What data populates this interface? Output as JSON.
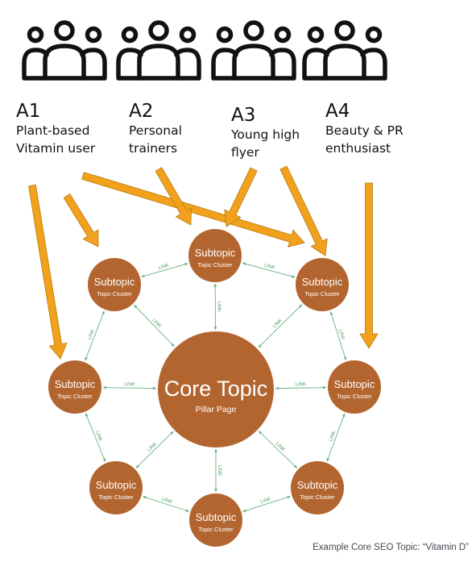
{
  "colors": {
    "node_fill": "#b3652f",
    "arrow_fill": "#f2a11d",
    "arrow_stroke": "#b8790f",
    "link_line": "#69b180",
    "link_text": "#4c9a63",
    "icon_stroke": "#111111",
    "caption_text": "#444a52"
  },
  "personas": [
    {
      "code": "A1",
      "lines": [
        "Plant-based",
        "Vitamin user"
      ],
      "icon": "people-group-icon"
    },
    {
      "code": "A2",
      "lines": [
        "Personal",
        "trainers"
      ],
      "icon": "people-group-icon"
    },
    {
      "code": "A3",
      "lines": [
        "Young high",
        "flyer"
      ],
      "icon": "people-group-icon"
    },
    {
      "code": "A4",
      "lines": [
        "Beauty & PR",
        "enthusiast"
      ],
      "icon": "people-group-icon"
    }
  ],
  "core": {
    "title": "Core Topic",
    "subtitle": "Pillar Page"
  },
  "subtopic": {
    "title": "Subtopic",
    "subtitle": "Topic Cluster"
  },
  "link_label": "LINK",
  "caption": "Example Core SEO Topic: “Vitamin D”"
}
